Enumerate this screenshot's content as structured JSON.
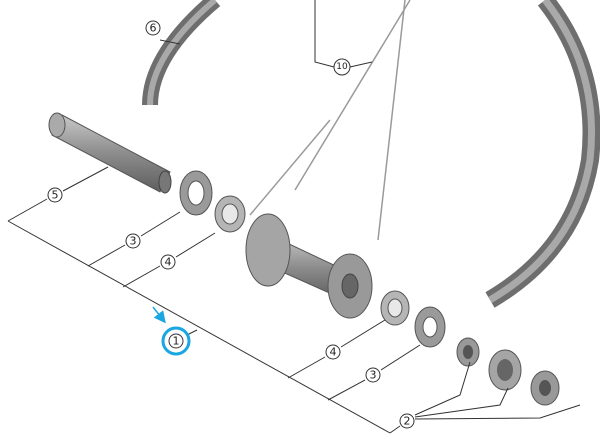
{
  "callouts": [
    {
      "id": "6",
      "part": "rim"
    },
    {
      "id": "10",
      "part": "spokes"
    },
    {
      "id": "5",
      "part": "axle"
    },
    {
      "id": "3",
      "part": "washer-left"
    },
    {
      "id": "4",
      "part": "bearing-left"
    },
    {
      "id": "1",
      "part": "hub-assembly",
      "highlighted": true
    },
    {
      "id": "4",
      "part": "bearing-right"
    },
    {
      "id": "3",
      "part": "washer-right"
    },
    {
      "id": "2",
      "part": "end-caps"
    }
  ],
  "colors": {
    "highlight": "#1aa6e0",
    "line": "#333333",
    "part": "#8a8a8a"
  }
}
